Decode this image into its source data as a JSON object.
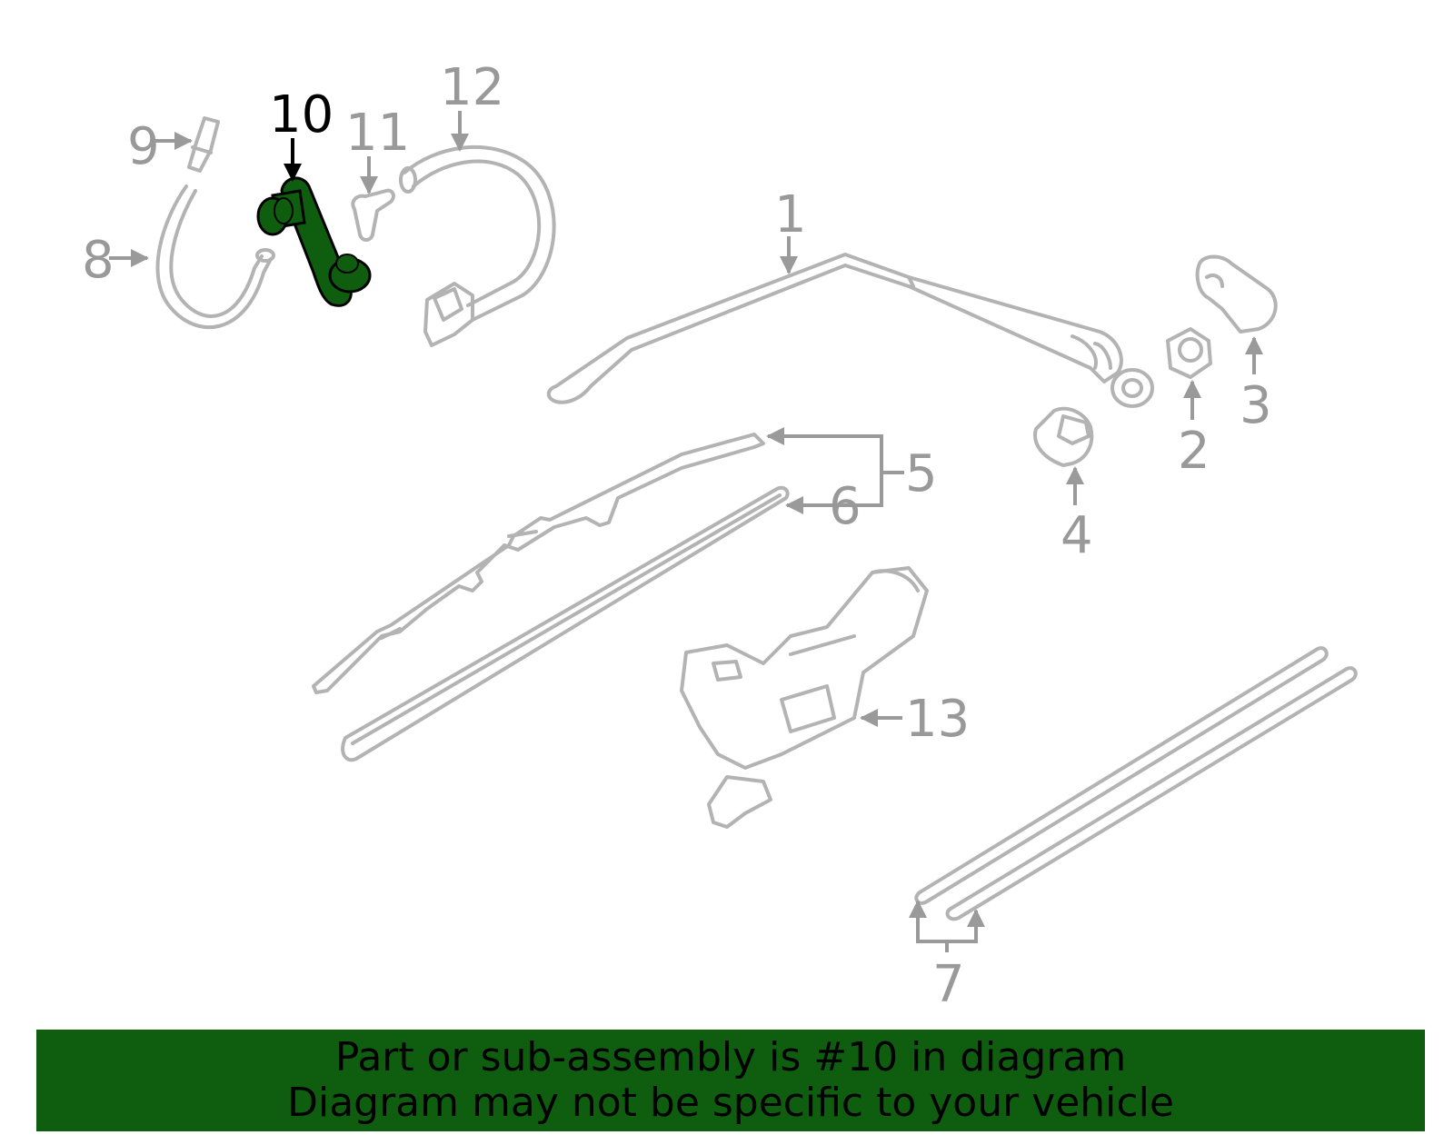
{
  "diagram": {
    "highlighted_part": "10",
    "highlight_color": "#0f5e0f",
    "part_color": "#b3b3b3",
    "callouts": {
      "c1": "1",
      "c2": "2",
      "c3": "3",
      "c4": "4",
      "c5": "5",
      "c6": "6",
      "c7": "7",
      "c8": "8",
      "c9": "9",
      "c10": "10",
      "c11": "11",
      "c12": "12",
      "c13": "13"
    }
  },
  "banner": {
    "line1": "Part or sub-assembly is #10 in diagram",
    "line2": "Diagram may not be specific to your vehicle",
    "background": "#0f5e0f"
  }
}
